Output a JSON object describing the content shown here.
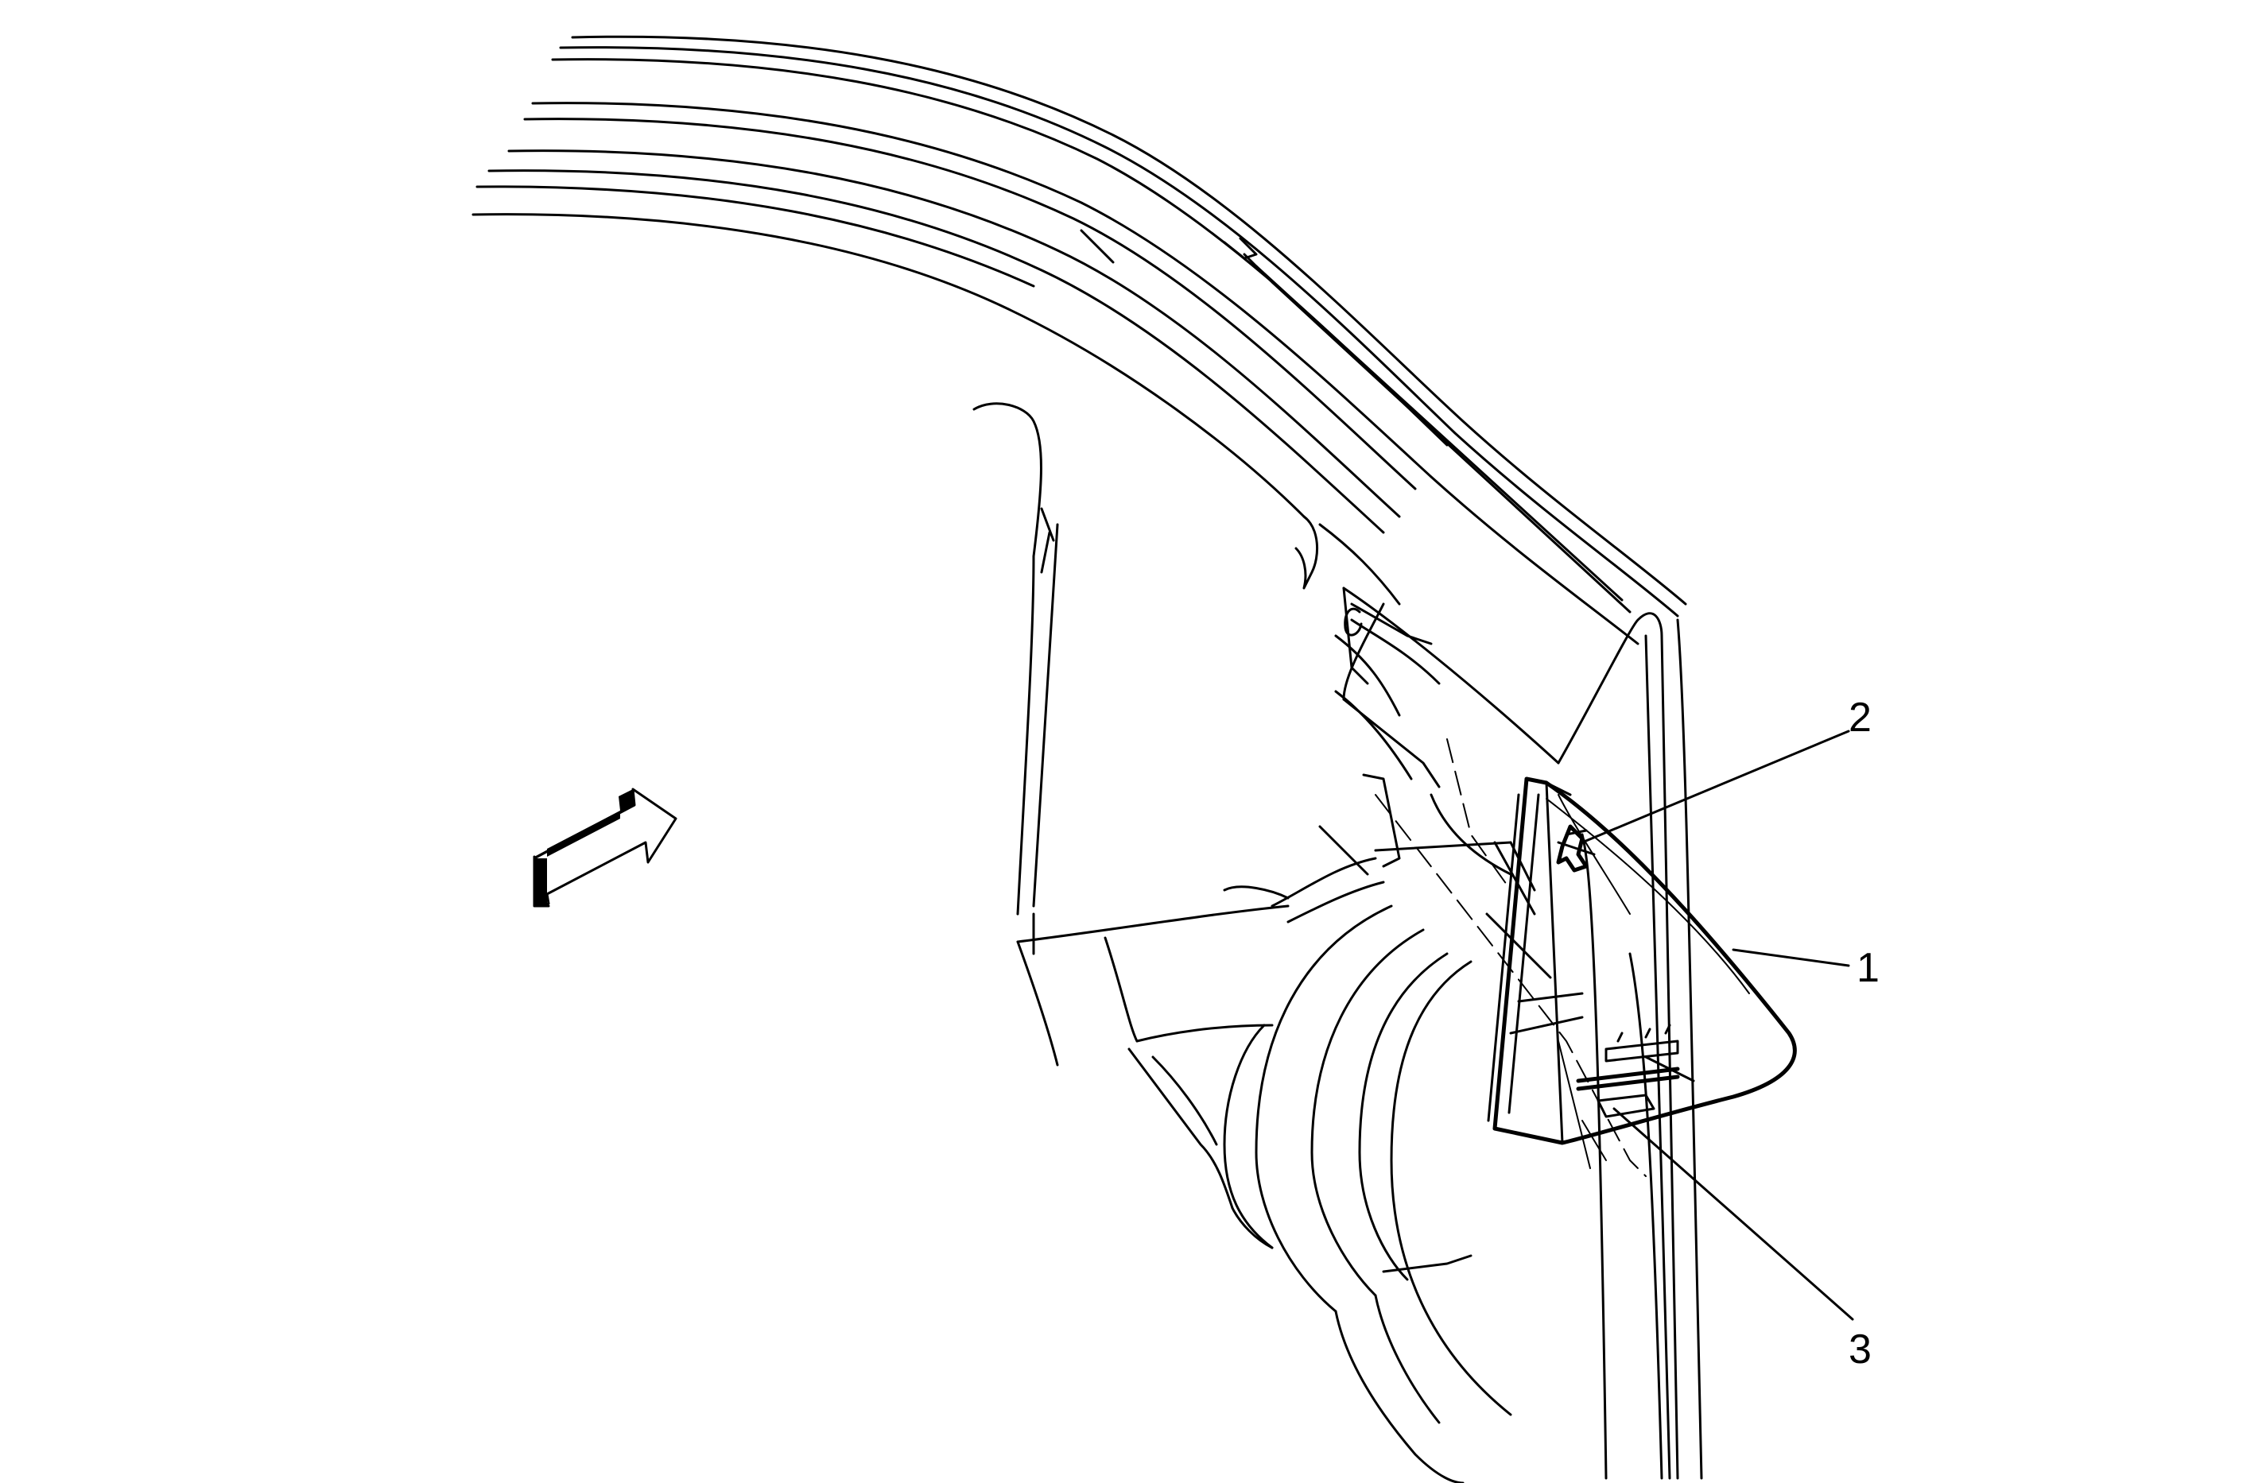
{
  "callouts": [
    {
      "id": "callout-1",
      "label": "1"
    },
    {
      "id": "callout-2",
      "label": "2"
    },
    {
      "id": "callout-3",
      "label": "3"
    }
  ],
  "colors": {
    "line": "#000000",
    "background": "#ffffff"
  },
  "icons": {
    "view_arrow": "view-direction-arrow-icon"
  }
}
